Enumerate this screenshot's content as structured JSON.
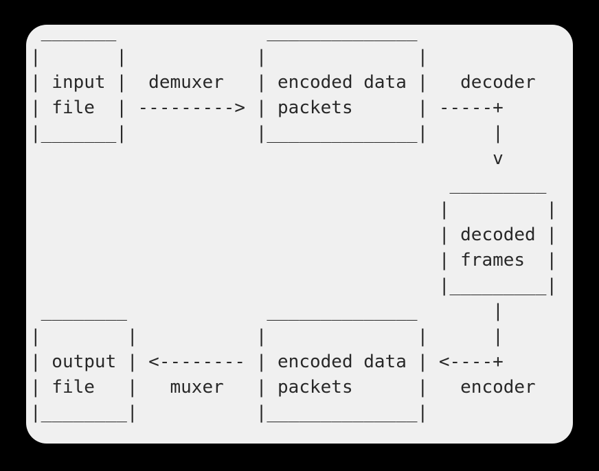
{
  "colors": {
    "page_background": "#000000",
    "card_background": "#f0f0f0",
    "text": "#282828"
  },
  "diagram": {
    "type": "ascii-flow-diagram",
    "nodes": [
      {
        "label": "input file"
      },
      {
        "label": "encoded data packets"
      },
      {
        "label": "decoded frames"
      },
      {
        "label": "encoded data packets"
      },
      {
        "label": "output file"
      }
    ],
    "edges": [
      {
        "label": "demuxer",
        "from": "input file",
        "to": "encoded data packets",
        "direction": "right"
      },
      {
        "label": "decoder",
        "from": "encoded data packets",
        "to": "decoded frames",
        "direction": "down"
      },
      {
        "label": "encoder",
        "from": "decoded frames",
        "to": "encoded data packets",
        "direction": "down-left"
      },
      {
        "label": "muxer",
        "from": "encoded data packets",
        "to": "output file",
        "direction": "left"
      }
    ],
    "ascii_lines": [
      " _______              ______________",
      "|       |            |              |",
      "| input |  demuxer   | encoded data |   decoder",
      "| file  | ---------> | packets      | -----+",
      "|_______|            |______________|      |",
      "                                           v",
      "                                       _________",
      "                                      |         |",
      "                                      | decoded |",
      "                                      | frames  |",
      "                                      |_________|",
      " ________             ______________       |",
      "|        |           |              |      |",
      "| output | <-------- | encoded data | <----+",
      "| file   |   muxer   | packets      |   encoder",
      "|________|           |______________|"
    ]
  }
}
